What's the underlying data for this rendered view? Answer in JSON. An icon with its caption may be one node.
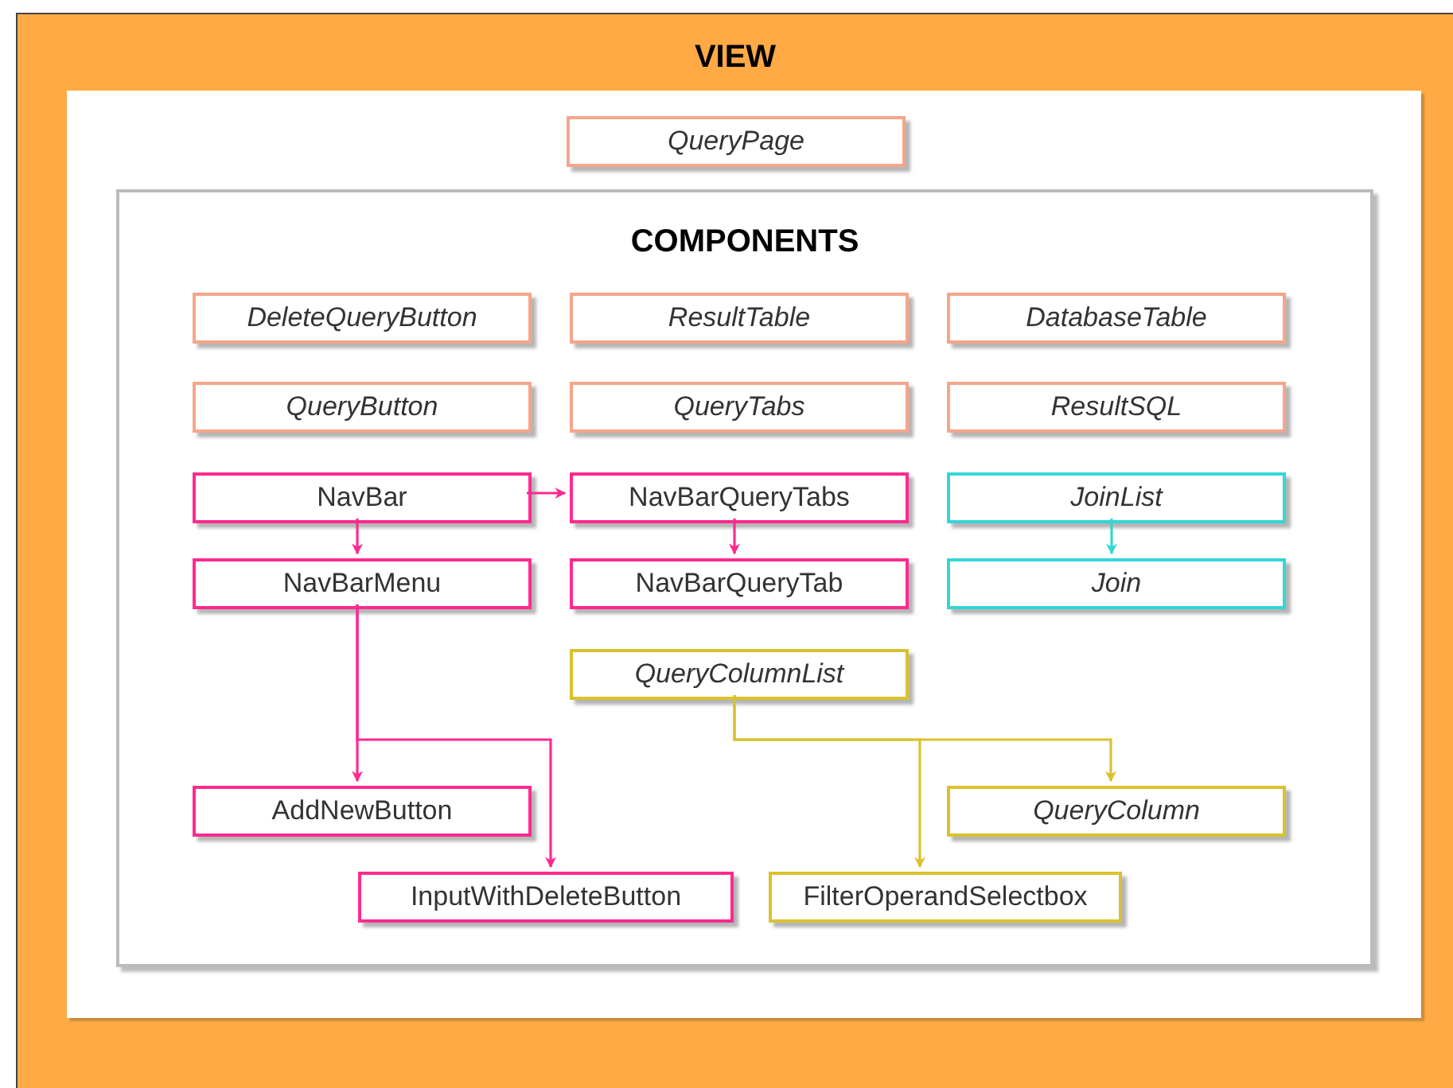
{
  "diagram": {
    "nodes": [
      {
        "text": [
          "VIEW"
        ]
      },
      {
        "text": [
          "QueryPage"
        ],
        "in": 0
      },
      {
        "text": [
          "COMPONENTS"
        ],
        "in": 0
      },
      {
        "text": [
          "DeleteQueryButton"
        ],
        "in": 2
      },
      {
        "text": [
          "ResultTable"
        ],
        "in": 2
      },
      {
        "text": [
          "DatabaseTable"
        ],
        "in": 2
      },
      {
        "text": [
          "QueryButton"
        ],
        "in": 2
      },
      {
        "text": [
          "QueryTabs"
        ],
        "in": 2
      },
      {
        "text": [
          "ResultSQL"
        ],
        "in": 2
      },
      {
        "text": [
          "NavBar"
        ],
        "in": 2
      },
      {
        "text": [
          "NavBarQueryTabs"
        ],
        "in": 2
      },
      {
        "text": [
          "JoinList"
        ],
        "in": 2
      },
      {
        "text": [
          "NavBarMenu"
        ],
        "in": 2
      },
      {
        "text": [
          "NavBarQueryTab"
        ],
        "in": 2
      },
      {
        "text": [
          "Join"
        ],
        "in": 2
      },
      {
        "text": [
          "QueryColumnList"
        ],
        "in": 2
      },
      {
        "text": [
          "AddNewButton"
        ],
        "in": 2
      },
      {
        "text": [
          "QueryColumn"
        ],
        "in": 2
      },
      {
        "text": [
          "InputWithDeleteButton"
        ],
        "in": 2
      },
      {
        "text": [
          "FilterOperandSelectbox"
        ],
        "in": 2
      }
    ],
    "edges": [
      {
        "from": 9,
        "to": 10,
        "arrow": "to"
      },
      {
        "from": 9,
        "to": 12,
        "arrow": "to"
      },
      {
        "from": 10,
        "to": 13,
        "arrow": "to"
      },
      {
        "from": 11,
        "to": 14,
        "arrow": "to",
        "color": "#33d6d6"
      },
      {
        "from": 12,
        "to": 16,
        "arrow": "to"
      },
      {
        "from": 12,
        "to": 18,
        "arrow": "to"
      },
      {
        "from": 15,
        "to": 17,
        "arrow": "to",
        "color": "#d9c22e"
      },
      {
        "from": 15,
        "to": 19,
        "arrow": "to",
        "color": "#d9c22e"
      }
    ]
  }
}
